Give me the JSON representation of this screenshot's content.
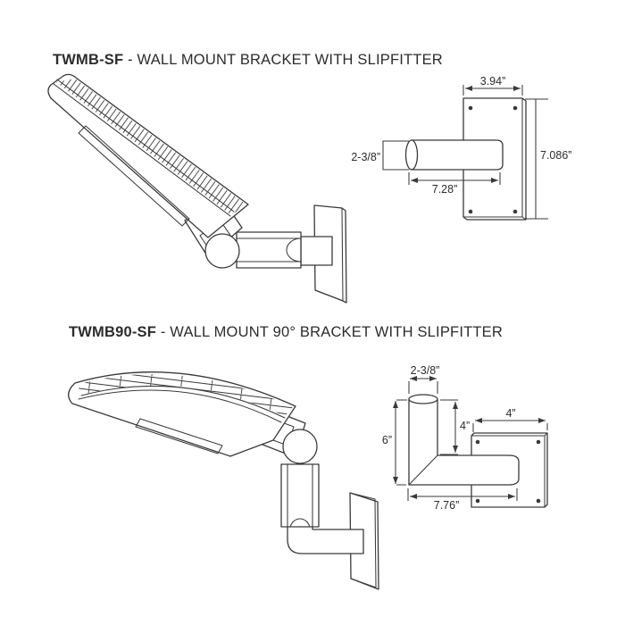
{
  "style": {
    "background": "#ffffff",
    "line_color": "#3a3a3a",
    "text_color": "#2c2c2c"
  },
  "sections": [
    {
      "model": "TWMB-SF",
      "title_rest": " - WALL MOUNT BRACKET WITH SLIPFITTER",
      "dims": {
        "plate_width": "3.94”",
        "plate_height": "7.086”",
        "tube_diameter": "2-3/8”",
        "tube_length": "7.28”"
      }
    },
    {
      "model": "TWMB90-SF",
      "title_rest": " - WALL MOUNT 90° BRACKET WITH SLIPFITTER",
      "dims": {
        "tube_diameter": "2-3/8”",
        "bracket_height": "6”",
        "tenon_drop": "4”",
        "plate_width": "4”",
        "bracket_length": "7.76”"
      }
    }
  ]
}
